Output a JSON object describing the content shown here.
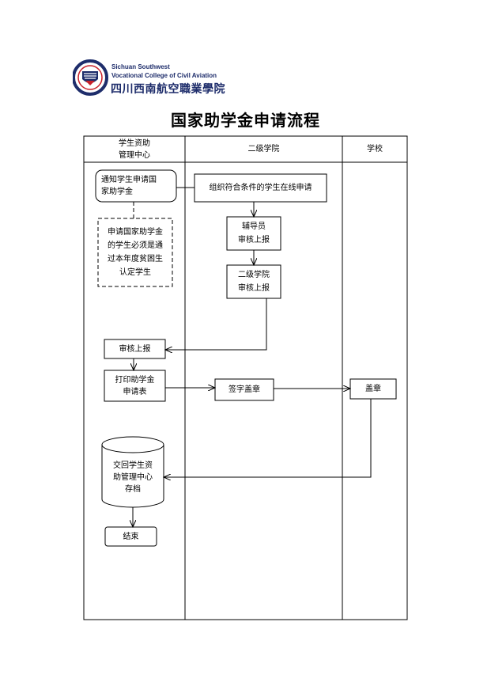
{
  "header": {
    "logo_en_line1": "Sichuan Southwest",
    "logo_en_line2": "Vocational College of Civil Aviation",
    "logo_cn": "四川西南航空職業學院"
  },
  "title": "国家助学金申请流程",
  "lanes": [
    {
      "label": "学生资助\n管理中心"
    },
    {
      "label": "二级学院"
    },
    {
      "label": "学校"
    }
  ],
  "nodes": {
    "notify": "通知学生申请国\n家助学金",
    "note": "申请国家助学金\n的学生必须是通\n过本年度贫困生\n认定学生",
    "organize": "组织符合条件的学生在线申请",
    "counselor": "辅导员\n审核上报",
    "college": "二级学院\n审核上报",
    "review": "审核上报",
    "print": "打印助学金\n申请表",
    "sign": "签字盖章",
    "stamp": "盖章",
    "archive": "交回学生资\n助管理中心\n存档",
    "end": "结束"
  },
  "colors": {
    "line": "#000000",
    "logo_blue": "#1e2d6b",
    "logo_red": "#c8202a"
  }
}
